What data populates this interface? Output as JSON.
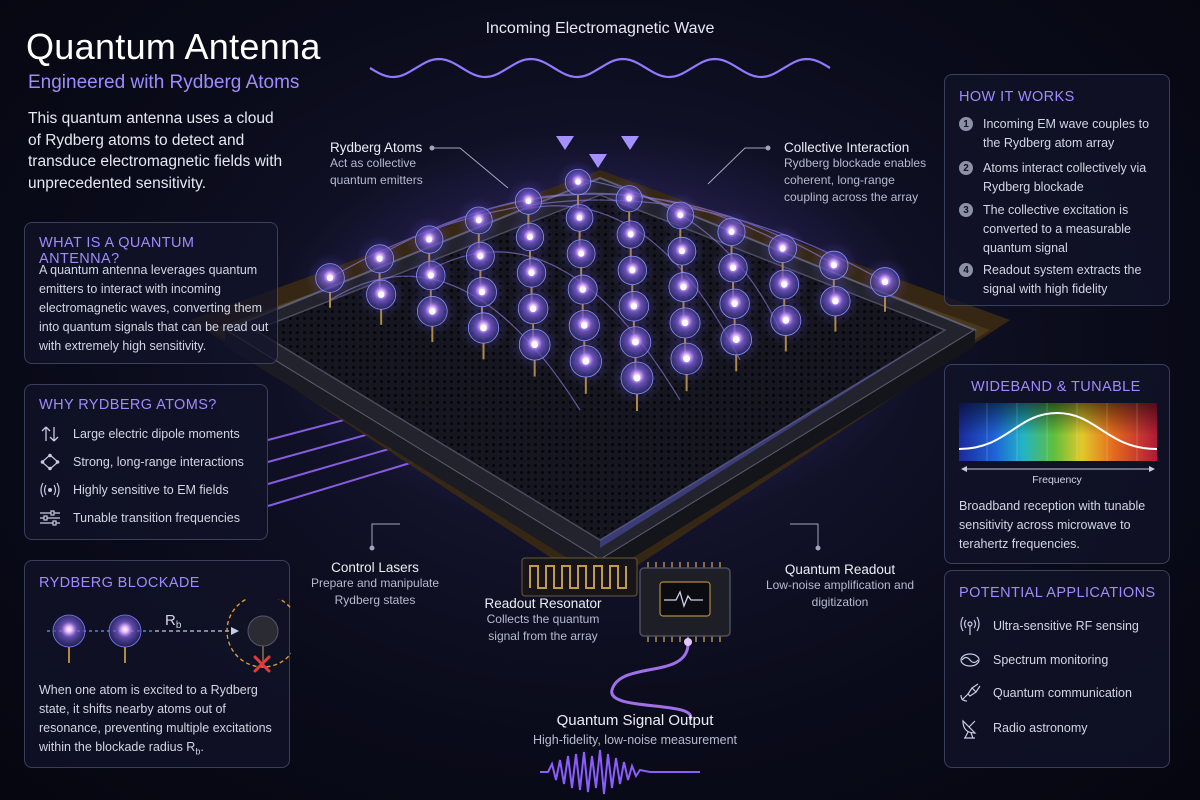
{
  "header": {
    "title": "Quantum Antenna",
    "subtitle": "Engineered with Rydberg Atoms",
    "intro": "This quantum antenna uses a cloud of Rydberg atoms to detect and transduce electromagnetic fields with unprecedented sensitivity."
  },
  "wave_label": "Incoming Electromagnetic Wave",
  "callouts": {
    "atoms": {
      "title": "Rydberg Atoms",
      "text": "Act as collective quantum emitters"
    },
    "interaction": {
      "title": "Collective Interaction",
      "text": "Rydberg blockade enables coherent, long-range coupling across the array"
    },
    "lasers": {
      "title": "Control Lasers",
      "text": "Prepare and manipulate Rydberg states"
    },
    "resonator": {
      "title": "Readout Resonator",
      "text": "Collects the quantum signal from the array"
    },
    "readout": {
      "title": "Quantum Readout",
      "text": "Low-noise amplification and digitization"
    },
    "output": {
      "title": "Quantum Signal Output",
      "text": "High-fidelity, low-noise measurement"
    }
  },
  "what_is": {
    "heading": "WHAT IS A QUANTUM ANTENNA?",
    "text": "A quantum antenna leverages quantum emitters to interact with incoming electromagnetic waves, converting them into quantum signals that can be read out with extremely high sensitivity."
  },
  "why": {
    "heading": "WHY RYDBERG ATOMS?",
    "items": [
      {
        "icon": "dipole-arrows-icon",
        "label": "Large electric dipole moments"
      },
      {
        "icon": "interaction-network-icon",
        "label": "Strong, long-range interactions"
      },
      {
        "icon": "radio-signal-icon",
        "label": "Highly sensitive to EM fields"
      },
      {
        "icon": "tuning-sliders-icon",
        "label": "Tunable transition frequencies"
      }
    ]
  },
  "blockade": {
    "heading": "RYDBERG BLOCKADE",
    "radius_label": "R",
    "radius_sub": "b",
    "text": "When one atom is excited to a Rydberg state, it shifts nearby atoms out of resonance, preventing multiple excitations within the blockade radius R",
    "text_sub": "b",
    "text_end": "."
  },
  "how": {
    "heading": "HOW IT WORKS",
    "steps": [
      {
        "n": "1",
        "text": "Incoming EM wave couples to the Rydberg atom array"
      },
      {
        "n": "2",
        "text": "Atoms interact collectively via Rydberg blockade"
      },
      {
        "n": "3",
        "text": "The collective excitation is converted to a measurable quantum signal"
      },
      {
        "n": "4",
        "text": "Readout system extracts the signal with high fidelity"
      }
    ]
  },
  "wideband": {
    "heading": "WIDEBAND & TUNABLE",
    "axis_label": "Frequency",
    "text": "Broadband reception with tunable sensitivity across microwave to terahertz frequencies."
  },
  "applications": {
    "heading": "POTENTIAL APPLICATIONS",
    "items": [
      {
        "icon": "rf-antenna-icon",
        "label": "Ultra-sensitive RF sensing"
      },
      {
        "icon": "spectrum-icon",
        "label": "Spectrum monitoring"
      },
      {
        "icon": "satellite-link-icon",
        "label": "Quantum communication"
      },
      {
        "icon": "radio-telescope-icon",
        "label": "Radio astronomy"
      }
    ]
  },
  "colors": {
    "accent": "#9d8cff",
    "atom_glow": "#b48cff",
    "chip_gold": "#b08a3e"
  }
}
